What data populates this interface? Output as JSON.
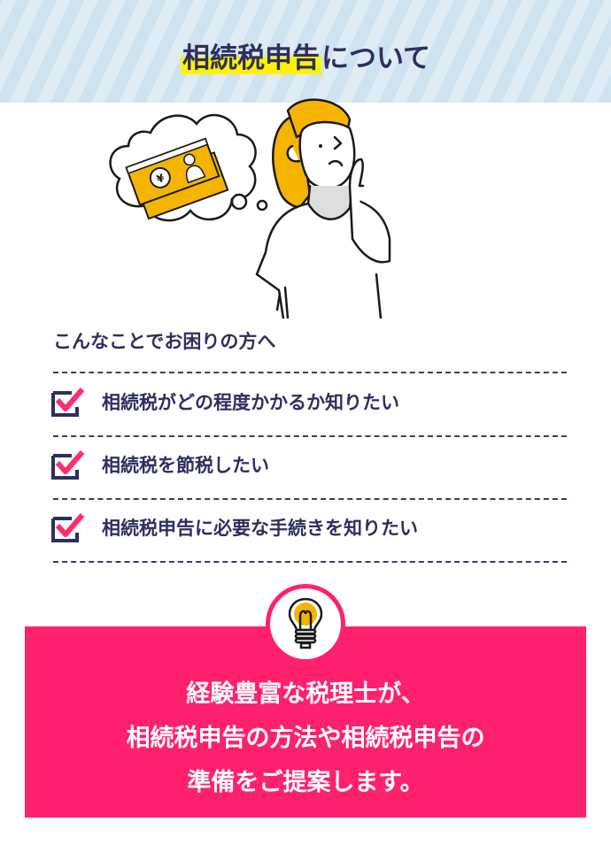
{
  "header": {
    "title_highlight": "相続税申告",
    "title_rest": "について",
    "stripe_colors": [
      "#cfe2ef",
      "#e0ecf4"
    ],
    "highlight_color": "#fff200"
  },
  "illustration": {
    "description": "Woman thinking about yen banknotes",
    "icons": [
      "thought-bubble-icon",
      "yen-banknote-icon",
      "thinking-woman-icon"
    ]
  },
  "concerns": {
    "lead": "こんなことでお困りの方へ",
    "items": [
      {
        "label": "相続税がどの程度かかるか知りたい",
        "icon": "checkbox-checked-icon"
      },
      {
        "label": "相続税を節税したい",
        "icon": "checkbox-checked-icon"
      },
      {
        "label": "相続税申告に必要な手続きを知りたい",
        "icon": "checkbox-checked-icon"
      }
    ],
    "check_color": "#ff2d6e",
    "box_color": "#2e2f5e"
  },
  "solution": {
    "icon": "lightbulb-icon",
    "lines": [
      "経験豊富な税理士が、",
      "相続税申告の方法や相続税申告の",
      "準備をご提案します。"
    ],
    "background_color": "#ff206e"
  }
}
